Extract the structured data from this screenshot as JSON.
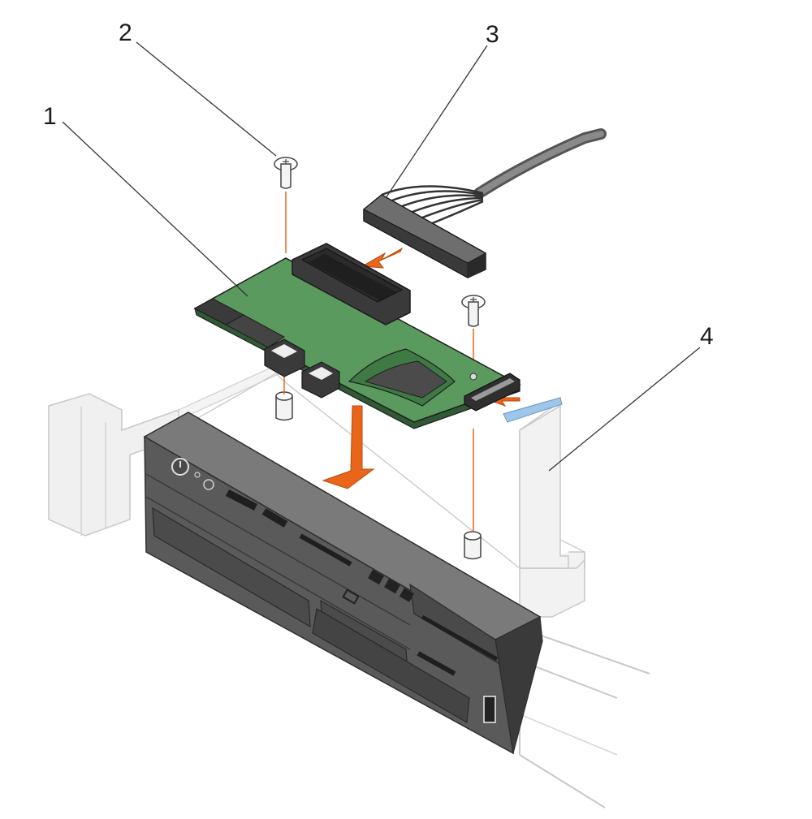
{
  "callouts": [
    {
      "id": "1",
      "label": "1"
    },
    {
      "id": "2",
      "label": "2"
    },
    {
      "id": "3",
      "label": "3"
    },
    {
      "id": "4",
      "label": "4"
    }
  ],
  "colors": {
    "board_green": "#5b9a5e",
    "board_green_dark": "#3f7a44",
    "panel_gray": "#5a5a5a",
    "panel_dark": "#3a3a3a",
    "panel_light": "#8a8a8a",
    "arrow_orange": "#e8651a",
    "frame_light": "#eeeeee",
    "frame_outline": "#c8c8c8",
    "cable_gray": "#6e6e6e",
    "ribbon_blue": "#9ec6e8"
  },
  "icons": [
    "screw-icon",
    "standoff-icon",
    "power-button-icon",
    "usb-port-icon",
    "direction-arrow-icon"
  ]
}
